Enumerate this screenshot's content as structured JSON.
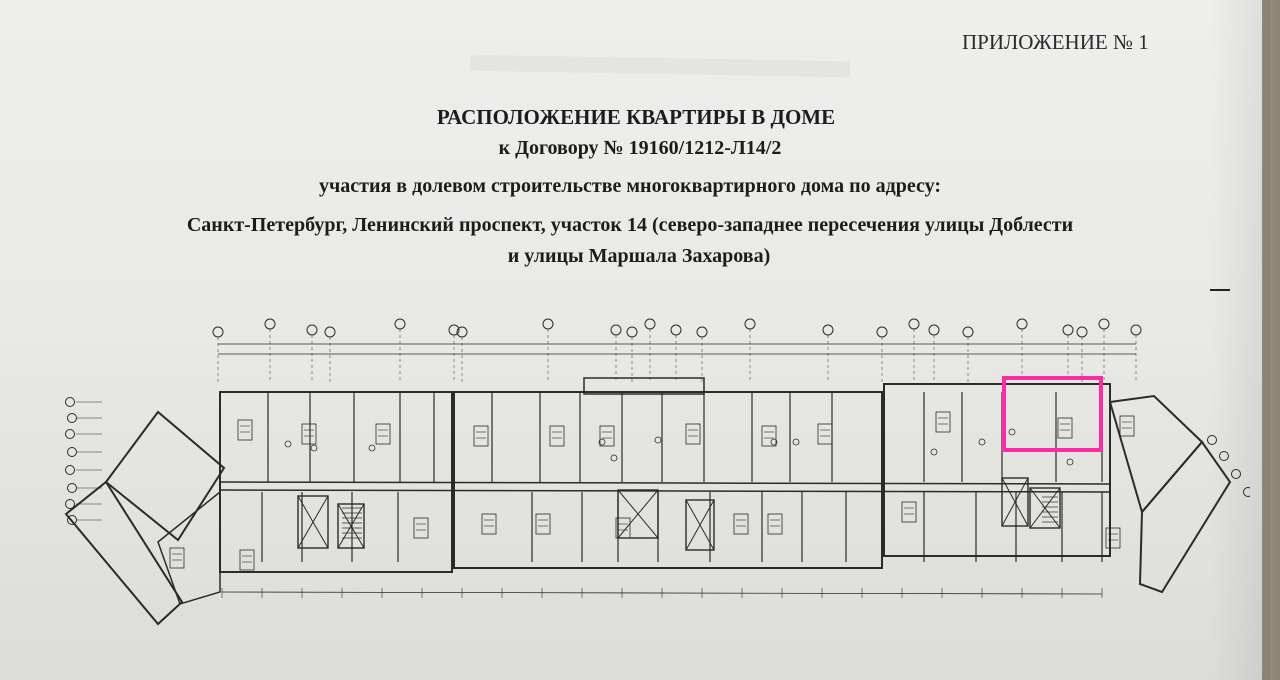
{
  "document": {
    "annex": "ПРИЛОЖЕНИЕ № 1",
    "title": "РАСПОЛОЖЕНИЕ КВАРТИРЫ В ДОМЕ",
    "contract": "к Договору № 19160/1212-Л14/2",
    "subtitle": "участия в  долевом строительстве многоквартирного дома по адресу:",
    "address_line1": "Санкт-Петербург, Ленинский проспект, участок 14 (северо-западнее пересечения улицы Доблести",
    "address_line2": "и улицы Маршала Захарова)"
  },
  "floor_plan": {
    "highlight_color": "#ff2aa5",
    "line_color": "#2b2b2b"
  }
}
